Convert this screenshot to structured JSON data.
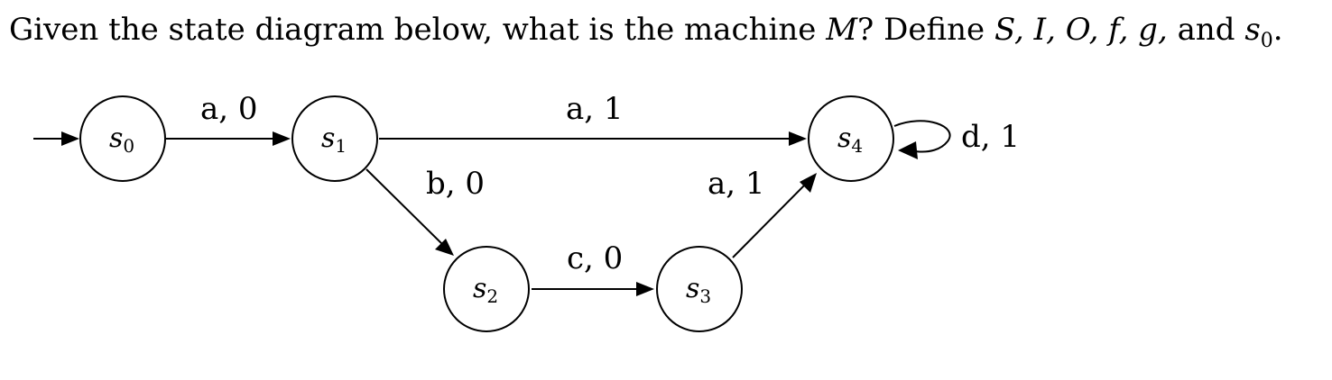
{
  "question": {
    "text_before": "Given the state diagram below, what is the machine ",
    "machine": "M",
    "text_mid": "? Define ",
    "symbols": "S, I, O, f, g,",
    "text_and": " and ",
    "initial_base": "s",
    "initial_sub": "0",
    "text_end": "."
  },
  "states": [
    {
      "id": "s0",
      "base": "s",
      "sub": "0",
      "initial": true
    },
    {
      "id": "s1",
      "base": "s",
      "sub": "1"
    },
    {
      "id": "s2",
      "base": "s",
      "sub": "2"
    },
    {
      "id": "s3",
      "base": "s",
      "sub": "3"
    },
    {
      "id": "s4",
      "base": "s",
      "sub": "4"
    }
  ],
  "transitions": [
    {
      "from": "s0",
      "to": "s1",
      "label": "a, 0"
    },
    {
      "from": "s1",
      "to": "s4",
      "label": "a, 1"
    },
    {
      "from": "s1",
      "to": "s2",
      "label": "b, 0"
    },
    {
      "from": "s2",
      "to": "s3",
      "label": "c, 0"
    },
    {
      "from": "s3",
      "to": "s4",
      "label": "a, 1"
    },
    {
      "from": "s4",
      "to": "s4",
      "label": "d, 1"
    }
  ]
}
